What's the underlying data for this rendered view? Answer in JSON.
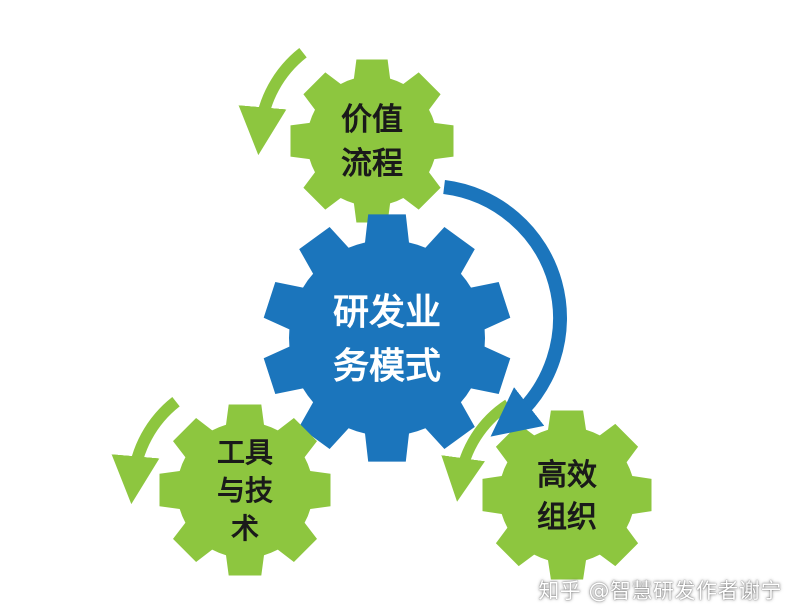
{
  "gears": [
    {
      "id": "value-stream",
      "lines": [
        "价值",
        "流程"
      ],
      "color": "#8dc63f",
      "text_color": "#1a1a1a"
    },
    {
      "id": "core",
      "lines": [
        "研发业",
        "务模式"
      ],
      "color": "#1b75bc",
      "text_color": "#ffffff"
    },
    {
      "id": "tools",
      "lines": [
        "工具",
        "与技",
        "术"
      ],
      "color": "#8dc63f",
      "text_color": "#1a1a1a"
    },
    {
      "id": "org",
      "lines": [
        "高效",
        "组织"
      ],
      "color": "#8dc63f",
      "text_color": "#1a1a1a"
    }
  ],
  "colors": {
    "green": "#8dc63f",
    "blue": "#1b75bc",
    "arrow_green": "#8dc63f",
    "arrow_blue": "#1b75bc"
  },
  "watermark": "知乎 @智慧研发作者谢宁"
}
